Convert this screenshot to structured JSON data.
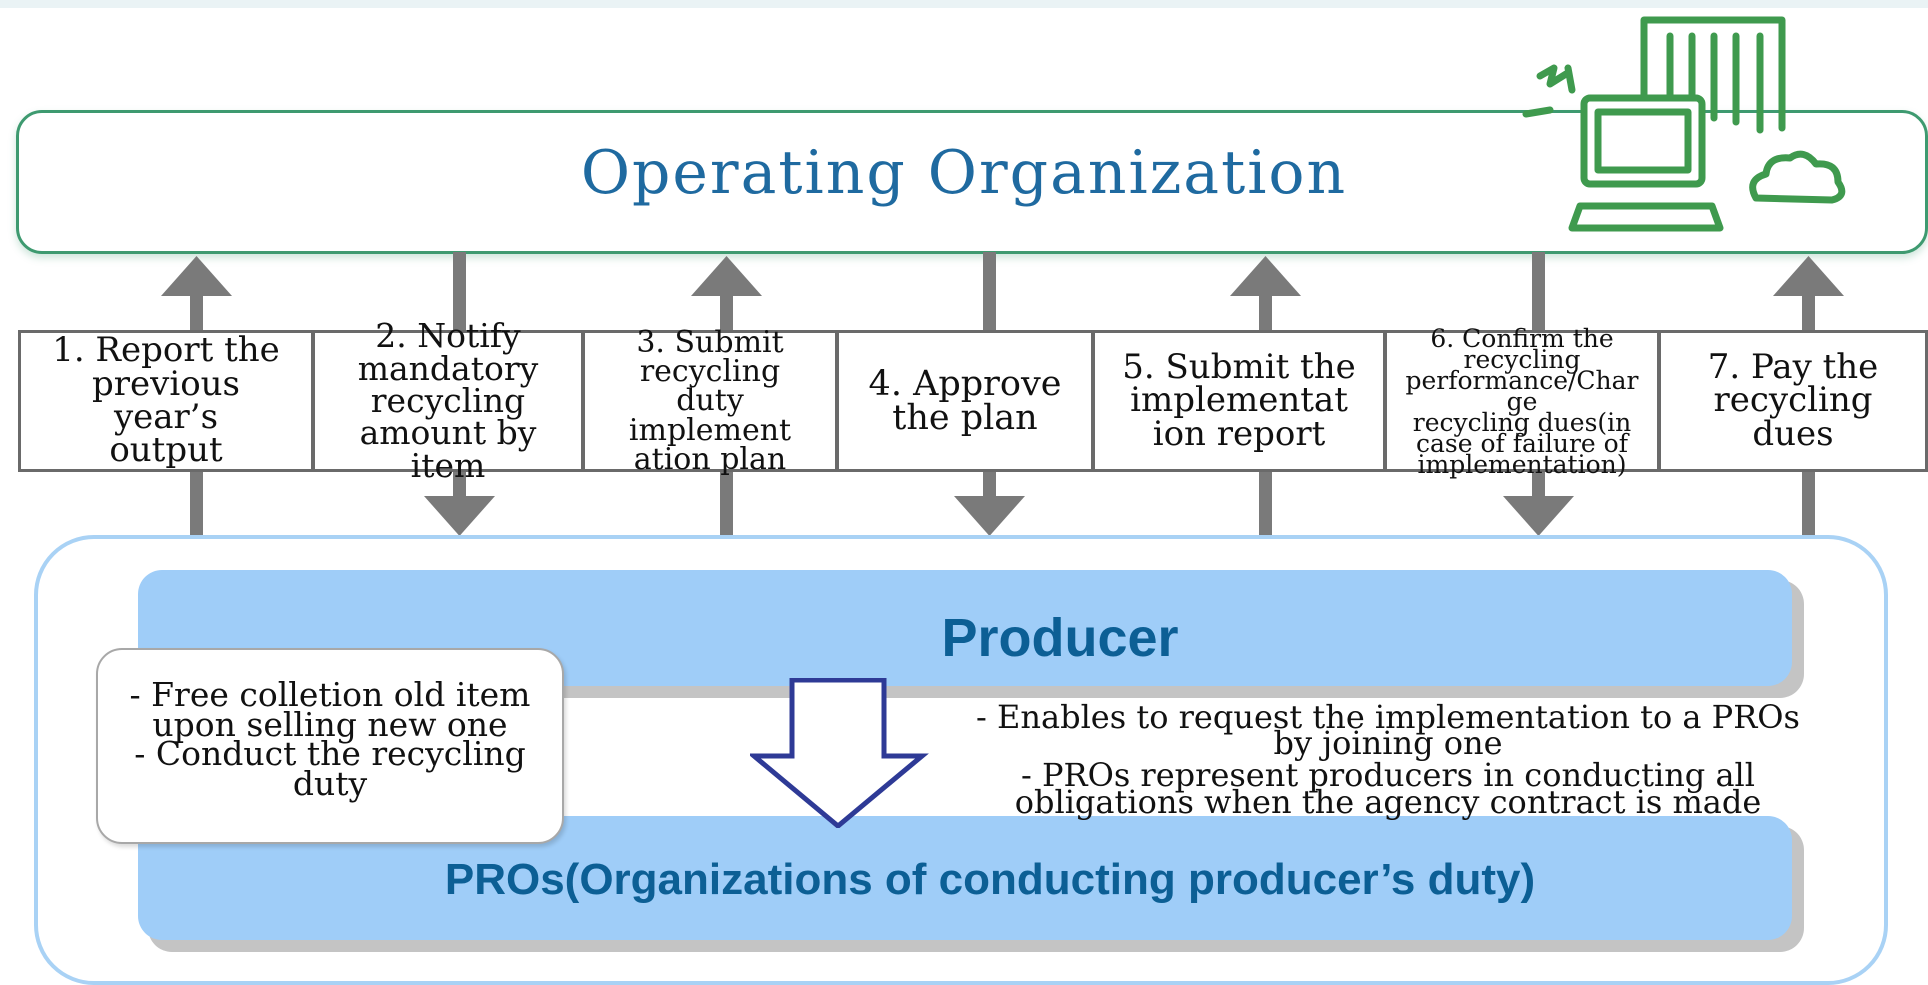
{
  "operating": {
    "title": "Operating Organization"
  },
  "steps": [
    {
      "label": "1. Report the\nprevious\nyear’s\noutput",
      "direction": "up"
    },
    {
      "label": "2. Notify\nmandatory\nrecycling\namount by\nitem",
      "direction": "down"
    },
    {
      "label": "3. Submit\nrecycling\nduty\nimplement\nation plan",
      "direction": "up"
    },
    {
      "label": "4. Approve\nthe plan",
      "direction": "down"
    },
    {
      "label": "5. Submit the\nimplementat\nion report",
      "direction": "up"
    },
    {
      "label": "6. Confirm the\nrecycling\nperformance/Char\nge\nrecycling dues(in\ncase of failure of\nimplementation)",
      "direction": "down"
    },
    {
      "label": "7. Pay the\nrecycling\ndues",
      "direction": "up"
    }
  ],
  "producer": {
    "title": "Producer"
  },
  "pros": {
    "title": "PROs(Organizations of conducting producer’s duty)"
  },
  "producer_note": {
    "line1": "- Free colletion old item",
    "line2": "upon selling new one",
    "line3": "- Conduct the recycling",
    "line4": "duty"
  },
  "pros_note": {
    "line1": "- Enables to request the implementation to a PROs",
    "line2": "by joining one",
    "line3": "- PROs represent producers in conducting all",
    "line4": "obligations when the agency contract is made"
  },
  "colors": {
    "operating_border": "#3e9a70",
    "operating_title": "#1f6aa0",
    "arrow_gray": "#7a7a7a",
    "bar_blue": "#9fcdf8",
    "title_blue": "#0c5f95",
    "outer_border": "#a9d2f5",
    "down_arrow": "#2e3a96",
    "computer_green": "#3f9a4e"
  }
}
